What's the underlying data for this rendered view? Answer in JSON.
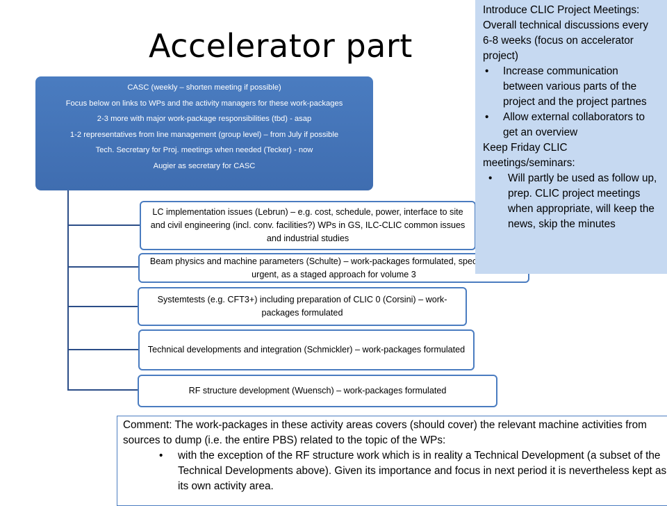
{
  "slide": {
    "title": "Accelerator part",
    "casc_lines": [
      "CASC (weekly – shorten meeting if possible)",
      "Focus below on links to WPs and the activity managers for these work-packages",
      "2-3 more with major work-package responsibilities (tbd) - asap",
      "1-2 representatives from line management (group level) – from July if possible",
      "Tech. Secretary for Proj. meetings when needed (Tecker) - now",
      "Augier as secretary for CASC"
    ],
    "activities": [
      "LC implementation issues (Lebrun) – e.g. cost, schedule, power, interface to site and civil engineering (incl. conv. facilities?) WPs in GS, ILC-CLIC common issues and industrial studies",
      "Beam physics and machine parameters (Schulte) – work-packages formulated, specific studies urgent, as a staged approach for volume 3",
      "Systemtests (e.g. CFT3+) including preparation of CLIC 0 (Corsini) – work-packages formulated",
      "Technical developments and integration (Schmickler) – work-packages formulated",
      "RF structure development (Wuensch) – work-packages formulated"
    ],
    "sidebar": {
      "intro": "Introduce CLIC Project Meetings: Overall technical discussions every 6-8 weeks (focus on accelerator project)",
      "bullets": [
        "Increase communication between various parts of the project and the project partnes",
        "Allow external collaborators to get an overview"
      ],
      "keep": "Keep Friday CLIC meetings/seminars:",
      "keep_bullets": [
        "Will partly be used as follow up, prep. CLIC project meetings when appropriate, will keep the news, skip the minutes"
      ]
    },
    "comment": {
      "text": "Comment: The work-packages in these activity areas covers (should cover) the relevant machine activities from sources to dump (i.e. the entire PBS) related to the topic of the WPs:",
      "bullets": [
        "with the exception of the RF structure work which is in reality a Technical Development (a subset of the Technical Developments above). Given its importance and focus in next period it is nevertheless kept as its own activity area."
      ]
    },
    "bullet_char": "•",
    "colors": {
      "box_fill": "#4a7cc0",
      "box_border": "#4a7cc0",
      "sidebar_bg": "#c6d9f1",
      "connector": "#2b4d87"
    }
  }
}
